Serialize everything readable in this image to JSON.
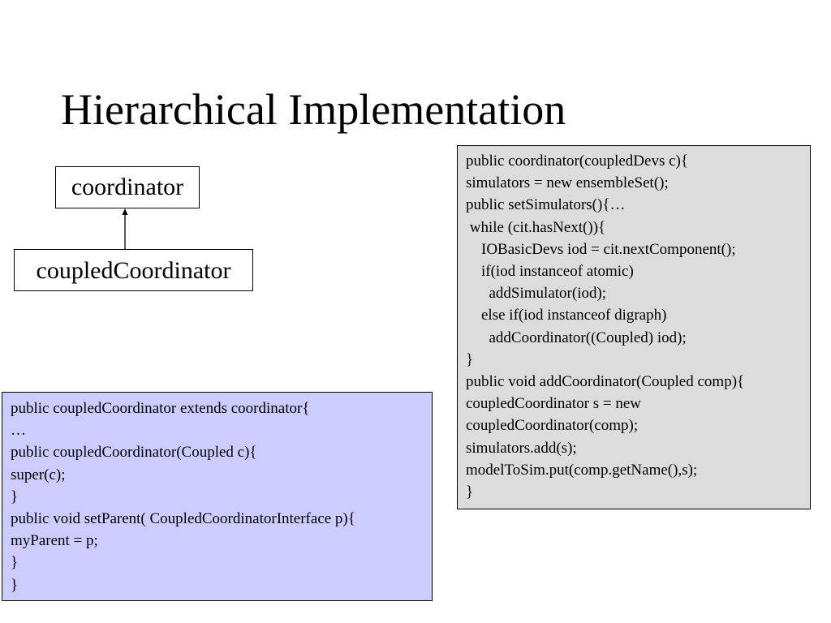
{
  "slide": {
    "title": "Hierarchical Implementation"
  },
  "diagram": {
    "parent_class": "coordinator",
    "child_class": "coupledCoordinator"
  },
  "code_right": {
    "background": "#dcdcdc",
    "lines": [
      "public coordinator(coupledDevs c){",
      "simulators = new ensembleSet();",
      "public setSimulators(){…",
      " while (cit.hasNext()){",
      "    IOBasicDevs iod = cit.nextComponent();",
      "    if(iod instanceof atomic)",
      "      addSimulator(iod);",
      "    else if(iod instanceof digraph)",
      "      addCoordinator((Coupled) iod);",
      "}",
      "public void addCoordinator(Coupled comp){",
      "coupledCoordinator s = new",
      "coupledCoordinator(comp);",
      "simulators.add(s);",
      "modelToSim.put(comp.getName(),s);",
      "}"
    ]
  },
  "code_left": {
    "background": "#ccccff",
    "lines": [
      "public coupledCoordinator extends coordinator{",
      "…",
      "public coupledCoordinator(Coupled c){",
      "super(c);",
      "}",
      "public void setParent( CoupledCoordinatorInterface p){",
      "myParent = p;",
      "}",
      "}"
    ]
  }
}
